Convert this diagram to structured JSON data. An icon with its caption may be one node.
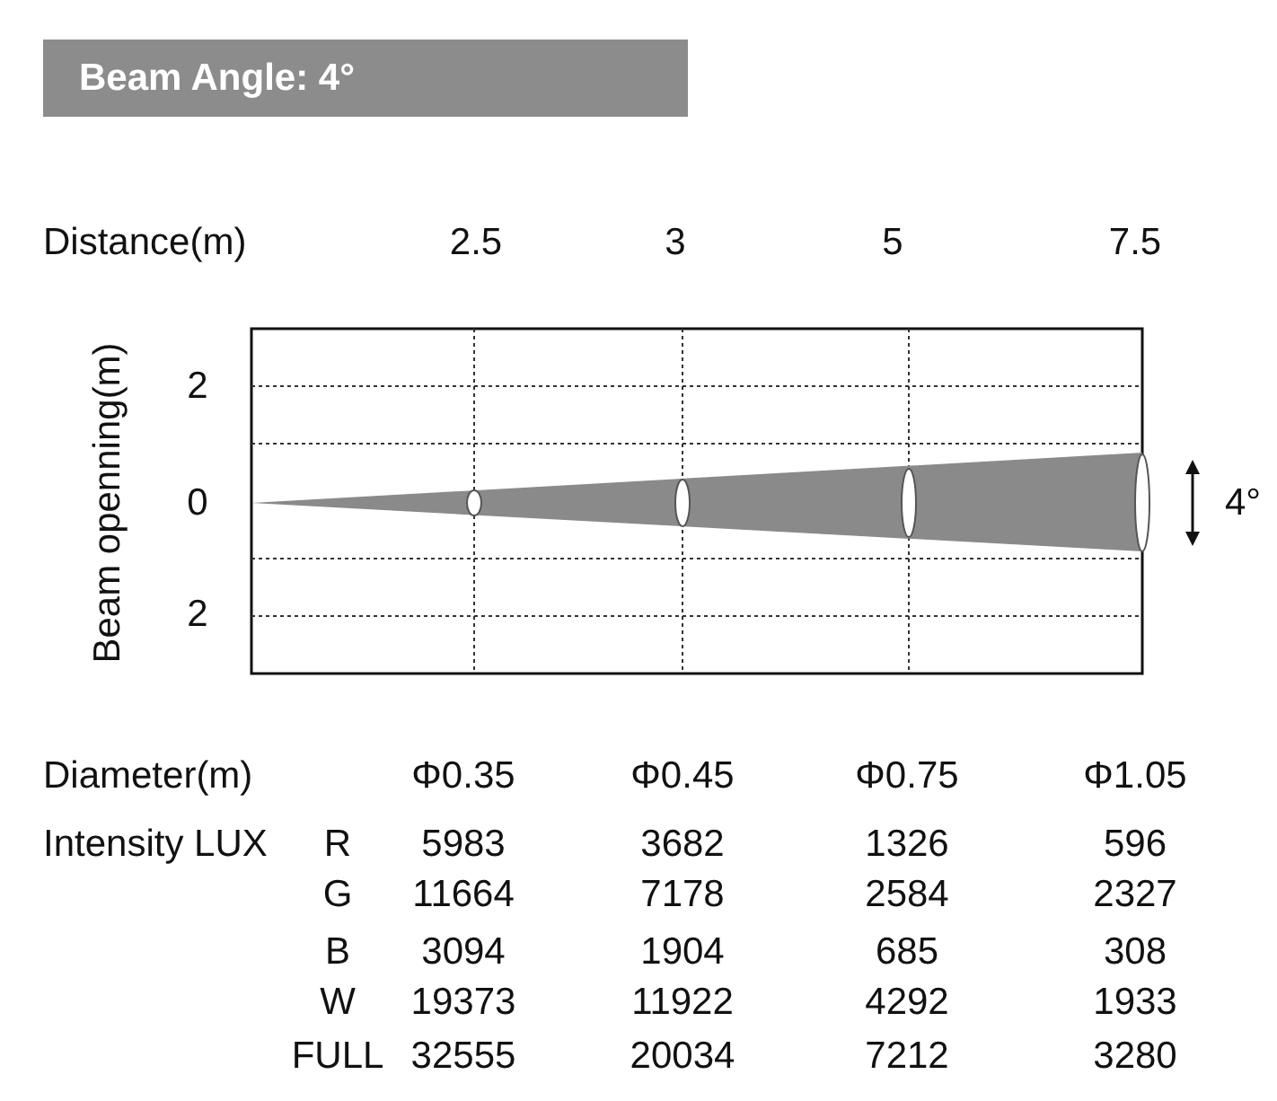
{
  "diagram": {
    "title": "Beam Angle: 4°",
    "labels": [
      "Distance(m)",
      "2.5",
      "3",
      "5",
      "7.5",
      "Beam openning(m)",
      "2",
      "0",
      "4°",
      "2",
      "Diameter(m)",
      "Φ0.35",
      "Φ0.45",
      "Φ0.75",
      "Φ1.05",
      "Intensity LUX",
      "R",
      "5983",
      "3682",
      "1326",
      "596",
      "G",
      "11664",
      "7178",
      "2584",
      "2327",
      "B",
      "3094",
      "1904",
      "685",
      "308",
      "W",
      "19373",
      "11922",
      "4292",
      "1933",
      "FULL",
      "32555",
      "20034",
      "7212",
      "3280"
    ]
  }
}
